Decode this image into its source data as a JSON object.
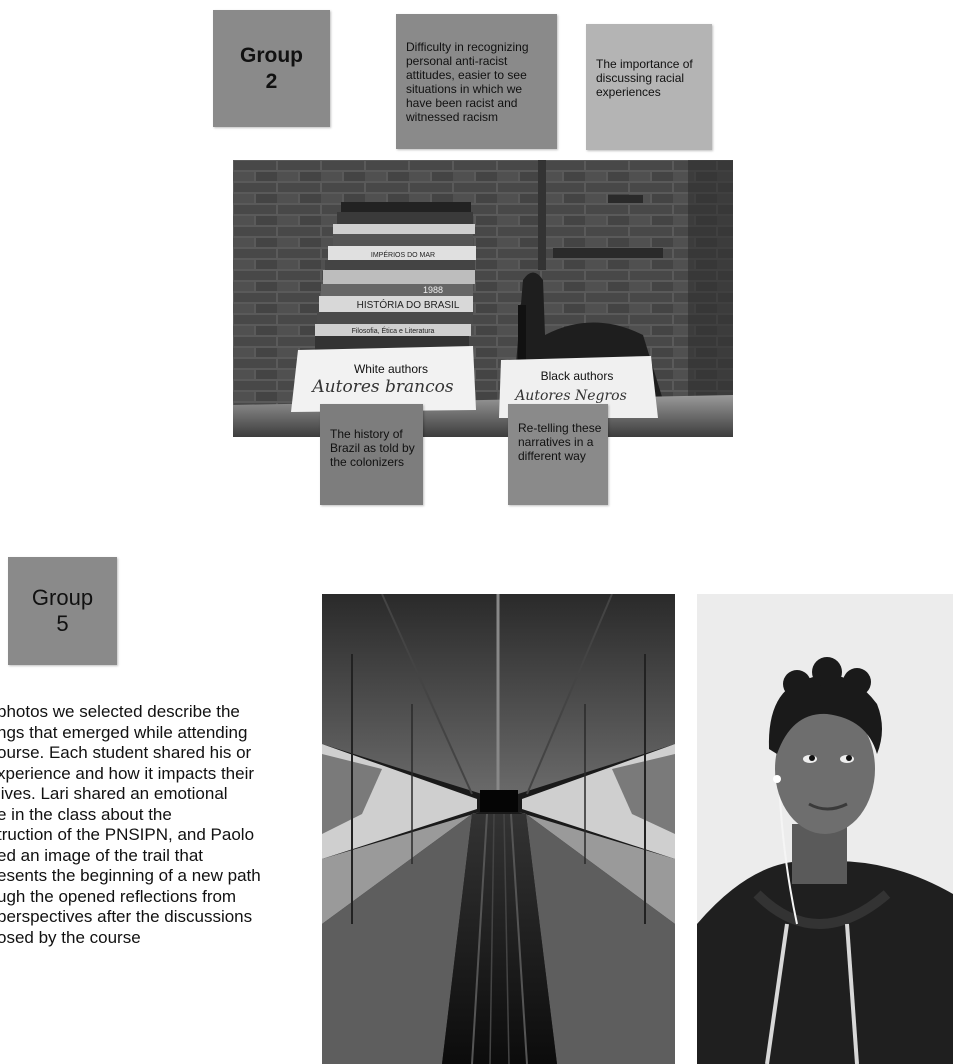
{
  "group2": {
    "label": "Group\n2"
  },
  "notes": {
    "recognizing": "Difficulty in recognizing personal anti-racist attitudes, easier to see situations in which we have been racist and witnessed racism",
    "importance": "The importance of discussing racial experiences",
    "history": "The history of Brazil as told by the colonizers",
    "retelling": "Re-telling these narratives in a different way"
  },
  "photo_books": {
    "spines": [
      "HISTÓRIA DO BRASIL",
      "1988",
      "IMPÉRIOS DO MAR",
      "Filosofia, Ética e Literatura"
    ],
    "card_white_caption": "White authors",
    "card_white_script": "Autores brancos",
    "card_black_caption": "Black authors",
    "card_black_script": "Autores Negros"
  },
  "group5": {
    "label": "Group\n5"
  },
  "paragraph": "photos we selected describe the\nngs that emerged while attending\nourse. Each student shared his or\nxperience and how it impacts their\nlives. Lari shared an emotional\ne in the class about the\ntruction of the PNSIPN, and Paolo\ned an image of the trail that\nesents the beginning of a new path\nugh the opened reflections from\nperspectives after the discussions\nosed by the course",
  "colors": {
    "note_dark": "#8a8a8a",
    "note_light": "#b4b4b4",
    "note_darker": "#7d7d7d"
  }
}
